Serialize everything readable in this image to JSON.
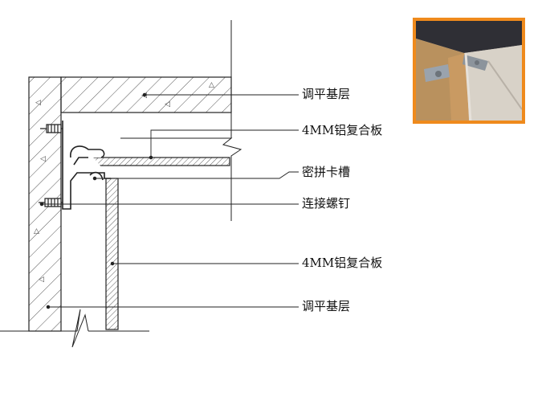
{
  "diagram": {
    "callouts": [
      {
        "id": "leveling-top",
        "text": "调平基层"
      },
      {
        "id": "panel-top",
        "text": "4MM铝复合板"
      },
      {
        "id": "seal-groove",
        "text": "密拼卡槽"
      },
      {
        "id": "screw",
        "text": "连接螺钉"
      },
      {
        "id": "panel-bottom",
        "text": "4MM铝复合板"
      },
      {
        "id": "leveling-bottom",
        "text": "调平基层"
      }
    ]
  },
  "photo": {
    "description": "",
    "accent_color": "#ef8a1c"
  },
  "colors": {
    "line": "#222222",
    "hatch": "#555555",
    "frame": "#ef8a1c"
  }
}
